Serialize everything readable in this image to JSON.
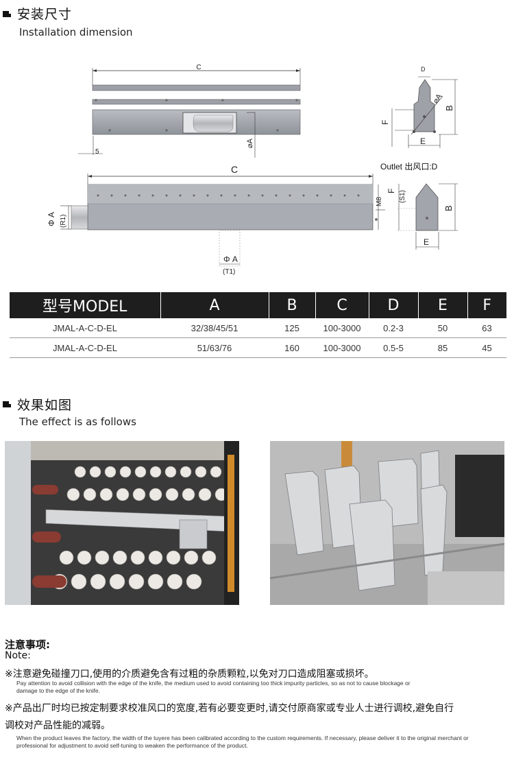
{
  "section1": {
    "title_cn": "安装尺寸",
    "title_en": "Installation dimension"
  },
  "drawing": {
    "dim_c_top": "C",
    "dim_c_bottom": "C",
    "dim_5": "5",
    "dim_phi_a": "⌀A",
    "dim_d": "D",
    "dim_f": "F",
    "dim_b": "B",
    "dim_e": "E",
    "dim_phi_a_side": "⌀A",
    "outlet_label": "Outlet 出风口:D",
    "dim_m8": "M8",
    "dim_f_s1": "F",
    "s1": "(S1)",
    "phi_a_r1": "Φ A",
    "r1": "(R1)",
    "phi_a_t1": "Φ A",
    "t1": "(T1)",
    "dim_b2": "B",
    "dim_e2": "E"
  },
  "table": {
    "headers": [
      "型号MODEL",
      "A",
      "B",
      "C",
      "D",
      "E",
      "F"
    ],
    "rows": [
      [
        "JMAL-A-C-D-EL",
        "32/38/45/51",
        "125",
        "100-3000",
        "0.2-3",
        "50",
        "63"
      ],
      [
        "JMAL-A-C-D-EL",
        "51/63/76",
        "160",
        "100-3000",
        "0.5-5",
        "85",
        "45"
      ]
    ]
  },
  "section2": {
    "title_cn": "效果如图",
    "title_en": "The effect is as follows"
  },
  "notes": {
    "title_cn": "注意事项:",
    "title_en": "Note:",
    "n1_cn": "※注意避免碰撞刀口,使用的介质避免含有过粗的杂质颗粒,以免对刀口造成阻塞或损坏。",
    "n1_en": "Pay attention to avoid collision with the edge of the knife, the medium used to avoid containing too thick impurity particles, so as not to cause blockage or damage to the edge of the knife.",
    "n2_cn_a": "※产品出厂时均已按定制要求校准风口的宽度,若有必要变更时,请交付原商家或专业人士进行调校,避免自行",
    "n2_cn_b": "调校对产品性能的减弱。",
    "n2_en": "When the product leaves the factory, the width of the tuyere has been calibrated according to the custom requirements. If necessary, please deliver it to the original merchant or professional for adjustment to avoid self-tuning to weaken the performance of the product."
  }
}
